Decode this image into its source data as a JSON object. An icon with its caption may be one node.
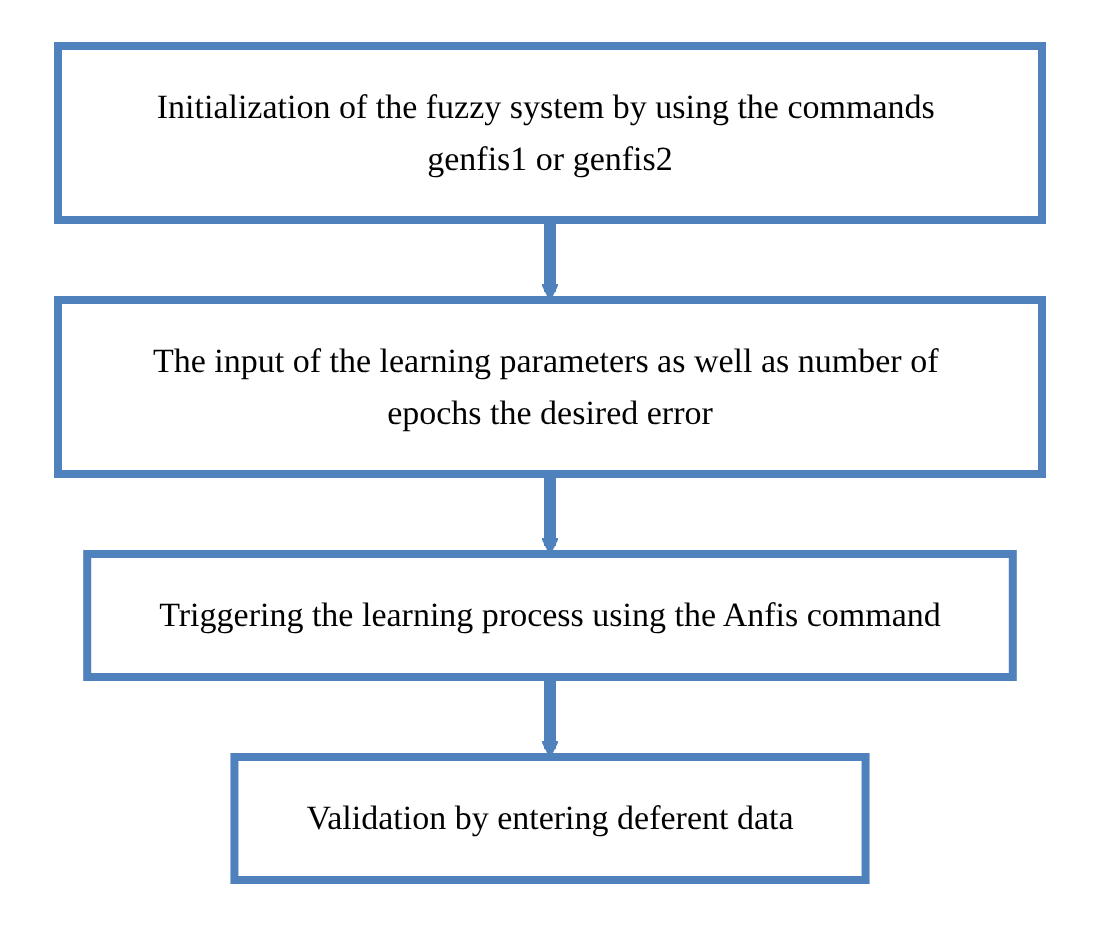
{
  "diagram": {
    "nodes": [
      {
        "text": [
          "Initialization of the fuzzy system by using the commands genfis1 or genfis2"
        ]
      },
      {
        "text": [
          "The input of the learning parameters as well as number of epochs the desired error"
        ]
      },
      {
        "text": [
          "Triggering the learning process using the Anfis command"
        ]
      },
      {
        "text": [
          "Validation by entering deferent data"
        ]
      }
    ],
    "edges": [
      {
        "from": 0,
        "to": 1,
        "arrow": "to"
      },
      {
        "from": 1,
        "to": 2,
        "arrow": "to"
      },
      {
        "from": 2,
        "to": 3,
        "arrow": "to"
      }
    ]
  }
}
